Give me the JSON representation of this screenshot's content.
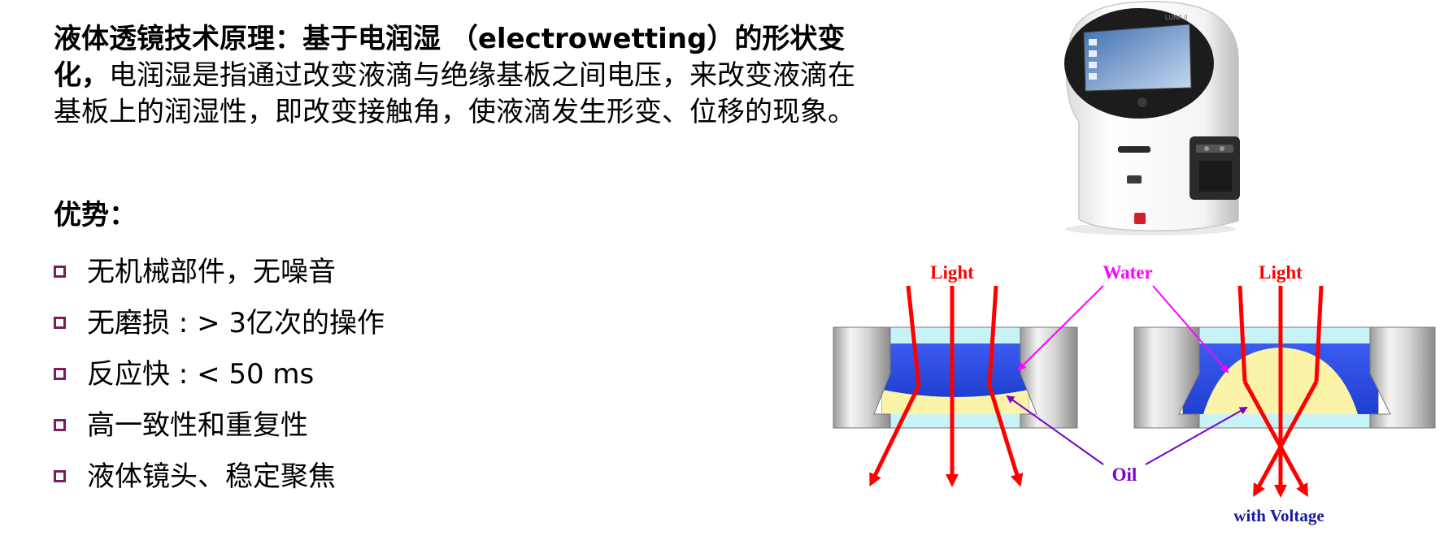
{
  "intro": {
    "lead": "液体透镜技术原理：基于电润湿 （electrowetting）的形状变化，",
    "body": "电润湿是指通过改变液滴与绝缘基板之间电压，来改变液滴在基板上的润湿性，即改变接触角，使液滴发生形变、位移的现象。"
  },
  "advantages": {
    "title": "优势：",
    "items": [
      {
        "label": "无机械部件，无噪音"
      },
      {
        "label": "无磨损 : > 3亿次的操作"
      },
      {
        "label": "反应快 : < 50 ms"
      },
      {
        "label": "高一致性和重复性"
      },
      {
        "label": "液体镜头、稳定聚焦"
      }
    ]
  },
  "device": {
    "brand": "LUNA II"
  },
  "diagram": {
    "left": {
      "light_label": "Light"
    },
    "right": {
      "light_label": "Light",
      "voltage_label": "with Voltage"
    },
    "water_label": "Water",
    "oil_label": "Oil"
  },
  "colors": {
    "bullet": "#7a1d5a",
    "ray": "#ff0000",
    "water": "#2a4de0",
    "oil": "#fbf3a8",
    "glass": "#c8f3f6",
    "water_label": "#ff00ff",
    "oil_label": "#7a00c8",
    "voltage_label": "#1a1aa0"
  }
}
